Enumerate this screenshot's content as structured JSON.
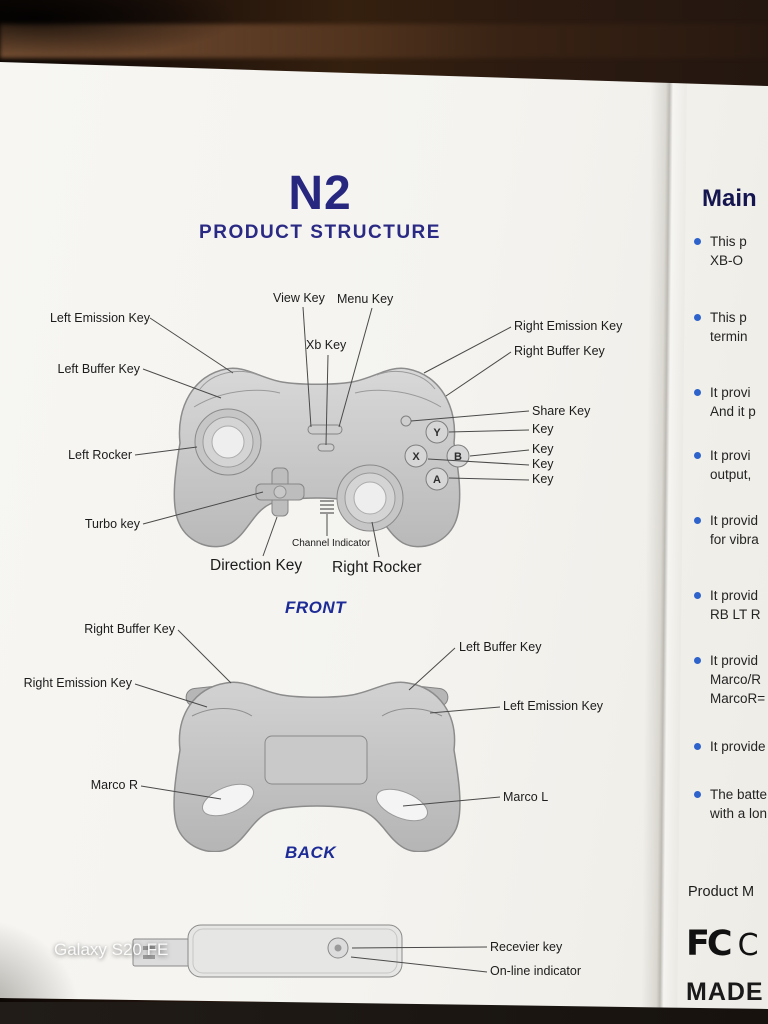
{
  "photo": {
    "watermark": "Galaxy S20 FE"
  },
  "diagram": {
    "title": "N2",
    "subtitle": "PRODUCT STRUCTURE",
    "front": {
      "caption": "FRONT",
      "view_key": "View Key",
      "menu_key": "Menu Key",
      "left_emission_key": "Left Emission Key",
      "left_buffer_key": "Left Buffer Key",
      "left_rocker": "Left Rocker",
      "turbo_key": "Turbo key",
      "xb_key": "Xb Key",
      "right_emission_key": "Right Emission Key",
      "right_buffer_key": "Right Buffer Key",
      "share_key": "Share Key",
      "key_y": "Key",
      "key_b": "Key",
      "key_x": "Key",
      "key_a": "Key",
      "channel_indicator": "Channel Indicator",
      "direction_key": "Direction Key",
      "right_rocker": "Right Rocker",
      "btn_y": "Y",
      "btn_b": "B",
      "btn_x": "X",
      "btn_a": "A"
    },
    "back": {
      "caption": "BACK",
      "right_buffer_key": "Right Buffer Key",
      "left_buffer_key": "Left Buffer Key",
      "right_emission_key": "Right Emission Key",
      "left_emission_key": "Left Emission Key",
      "marco_r": "Marco R",
      "marco_l": "Marco L"
    },
    "receiver": {
      "receiver_key": "Recevier key",
      "online_indicator": "On-line indicator"
    }
  },
  "sidebar": {
    "heading": "Main",
    "bullets": [
      [
        "This p",
        "XB-O"
      ],
      [
        "This p",
        "termin"
      ],
      [
        "It provi",
        "And it p"
      ],
      [
        "It provi",
        "output,"
      ],
      [
        "It provid",
        "for vibra"
      ],
      [
        "It provid",
        "RB LT R"
      ],
      [
        "It provid",
        "Marco/R",
        "MarcoR="
      ],
      [
        "It provide"
      ],
      [
        "The batte",
        "with a lon"
      ]
    ],
    "product_line": "Product M",
    "fcc_mark": "FC",
    "ce_mark": "C",
    "made_text": "MADE"
  }
}
